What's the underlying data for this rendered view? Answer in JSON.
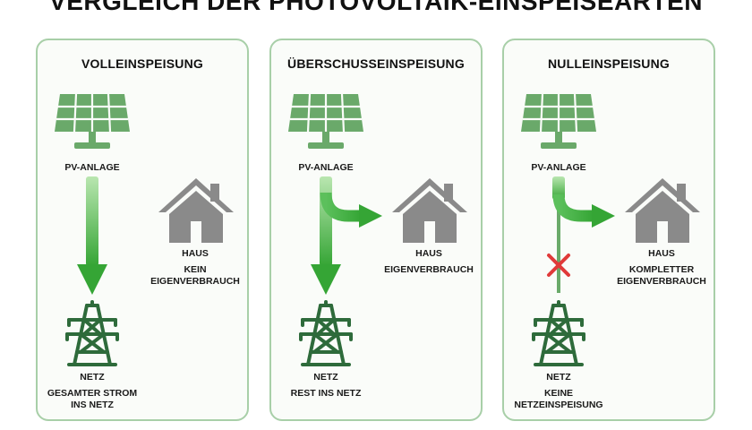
{
  "title": "VERGLEICH DER PHOTOVOLTAIK-EINSPEISEARTEN",
  "colors": {
    "panel_border": "#a8cfa8",
    "solar_green": "#6aa96a",
    "tower_green": "#2e6b3b",
    "arrow_green": "#3fae3f",
    "house_gray": "#8a8a8a",
    "cross_red": "#e03a3a"
  },
  "panels": [
    {
      "title": "VOLLEINSPEISUNG",
      "pv_label": "PV-ANLAGE",
      "house_label": "HAUS",
      "house_note": [
        "KEIN",
        "EIGENVERBRAUCH"
      ],
      "grid_label": "NETZ",
      "grid_note": [
        "GESAMTER STROM",
        "INS NETZ"
      ]
    },
    {
      "title": "ÜBERSCHUSSEINSPEISUNG",
      "pv_label": "PV-ANLAGE",
      "house_label": "HAUS",
      "house_note": [
        "EIGENVERBRAUCH"
      ],
      "grid_label": "NETZ",
      "grid_note": [
        "REST INS NETZ"
      ]
    },
    {
      "title": "NULLEINSPEISUNG",
      "pv_label": "PV-ANLAGE",
      "house_label": "HAUS",
      "house_note": [
        "KOMPLETTER",
        "EIGENVERBRAUCH"
      ],
      "grid_label": "NETZ",
      "grid_note": [
        "KEINE",
        "NETZEINSPEISUNG"
      ]
    }
  ]
}
